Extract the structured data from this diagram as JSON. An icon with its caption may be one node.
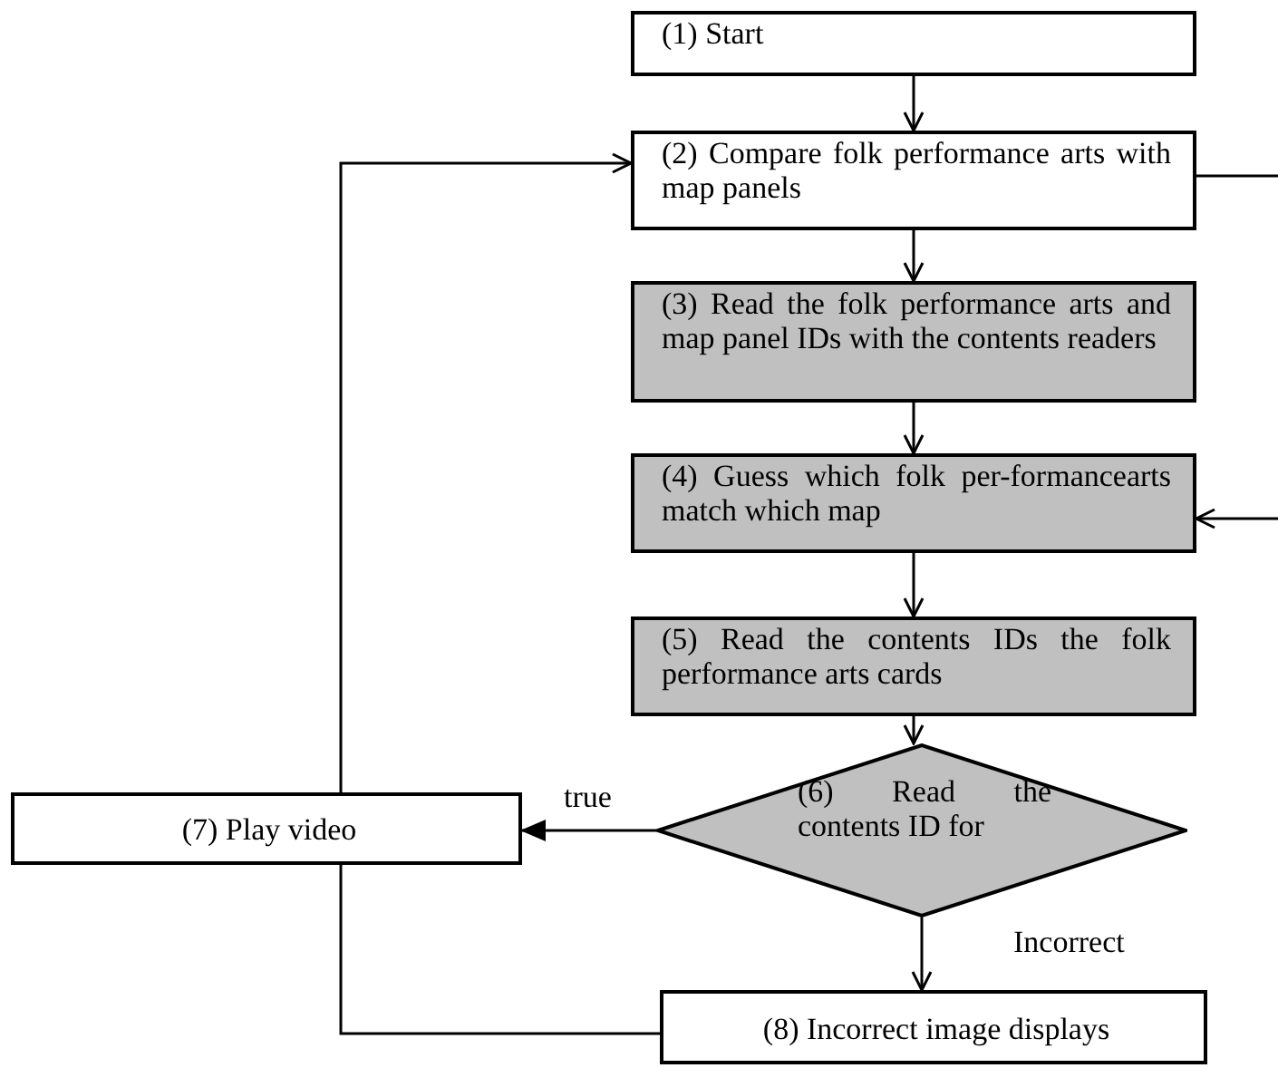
{
  "diagram": {
    "nodes": [
      {
        "text": [
          "(1) Start"
        ]
      },
      {
        "text": [
          "(2) Compare folk performance arts with map panels"
        ]
      },
      {
        "text": [
          "(3) Read the folk performance arts and map panel IDs with the contents readers"
        ]
      },
      {
        "text": [
          "(4) Guess which folk per-formancearts match which map"
        ]
      },
      {
        "text": [
          "(5) Read the contents IDs the folk performance arts cards"
        ]
      },
      {
        "text": [
          "(6) Read the contents ID for"
        ]
      },
      {
        "text": [
          "(7) Play video"
        ]
      },
      {
        "text": [
          "(8) Incorrect image displays"
        ]
      }
    ],
    "edges": [
      {
        "from": 0,
        "to": 1,
        "arrow": "to"
      },
      {
        "from": 1,
        "to": 2,
        "arrow": "to"
      },
      {
        "from": 2,
        "to": 3,
        "arrow": "to"
      },
      {
        "from": 3,
        "to": 4,
        "arrow": "to"
      },
      {
        "from": 4,
        "to": 5,
        "arrow": "to"
      },
      {
        "from": 5,
        "to": 6,
        "label": "true",
        "arrow": "to"
      },
      {
        "from": 5,
        "to": 7,
        "label": "Incorrect",
        "arrow": "to"
      },
      {
        "from": 6,
        "to": 1,
        "arrow": "to"
      },
      {
        "from": 6,
        "to": 7,
        "arrow": "none"
      },
      {
        "from": 1,
        "to": null,
        "arrow": "none"
      },
      {
        "from": null,
        "to": 3,
        "arrow": "to"
      }
    ]
  }
}
